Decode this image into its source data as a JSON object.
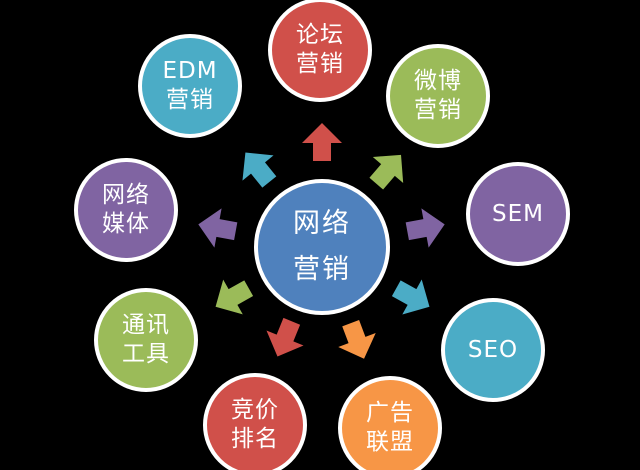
{
  "center": {
    "lines": [
      "网络",
      "营销"
    ],
    "color": "#4f81bd"
  },
  "nodes": [
    {
      "id": "forum",
      "lines": [
        "论坛",
        "营销"
      ],
      "color": "#d0504a"
    },
    {
      "id": "weibo",
      "lines": [
        "微博",
        "营销"
      ],
      "color": "#9bbb59"
    },
    {
      "id": "sem",
      "lines": [
        "SEM"
      ],
      "color": "#8064a2"
    },
    {
      "id": "seo",
      "lines": [
        "SEO"
      ],
      "color": "#4bacc6"
    },
    {
      "id": "ad-alliance",
      "lines": [
        "广告",
        "联盟"
      ],
      "color": "#f79646"
    },
    {
      "id": "bidding",
      "lines": [
        "竞价",
        "排名"
      ],
      "color": "#d0504a"
    },
    {
      "id": "im-tools",
      "lines": [
        "通讯",
        "工具"
      ],
      "color": "#9bbb59"
    },
    {
      "id": "web-media",
      "lines": [
        "网络",
        "媒体"
      ],
      "color": "#8064a2"
    },
    {
      "id": "edm",
      "lines": [
        "EDM",
        "营销"
      ],
      "color": "#4bacc6"
    }
  ]
}
